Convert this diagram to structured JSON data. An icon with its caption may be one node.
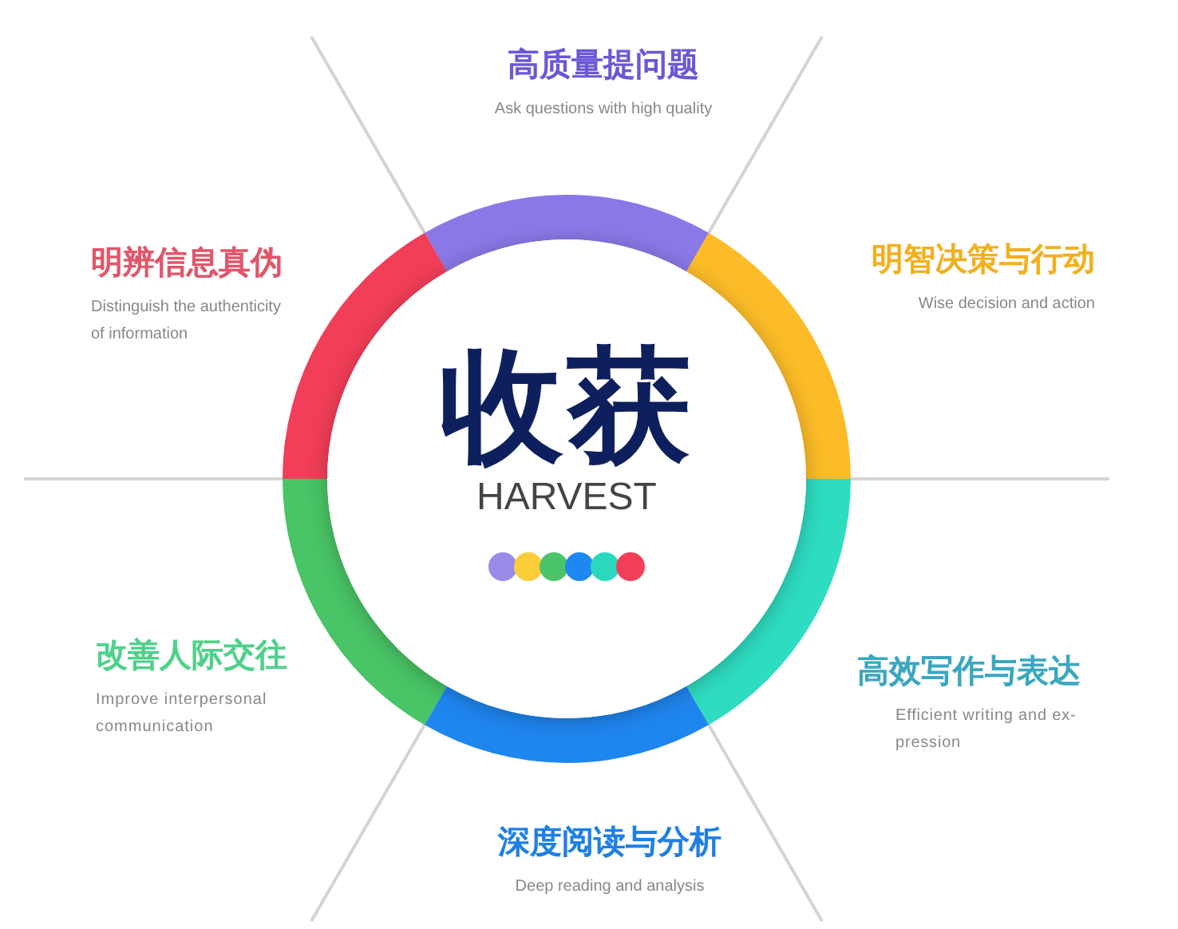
{
  "diagram": {
    "nodes": [
      {
        "text": [
          "收获",
          "HARVEST"
        ]
      },
      {
        "text": [],
        "shape": "arc",
        "beside": [
          "高质量提问题",
          "Ask questions with high quality"
        ]
      },
      {
        "text": [],
        "shape": "arc",
        "beside": [
          "明辨信息真伪",
          "Distinguish the authenticity of information"
        ]
      },
      {
        "text": [],
        "shape": "arc",
        "beside": [
          "明智决策与行动",
          "Wise decision and action"
        ]
      },
      {
        "text": [],
        "shape": "arc",
        "beside": [
          "改善人际交往",
          "Improve interpersonal communication"
        ]
      },
      {
        "text": [],
        "shape": "arc",
        "beside": [
          "高效写作与表达",
          "Efficient writing and ex- pression"
        ]
      },
      {
        "text": [],
        "shape": "arc",
        "beside": [
          "深度阅读与分析",
          "Deep reading and analysis"
        ]
      }
    ]
  }
}
